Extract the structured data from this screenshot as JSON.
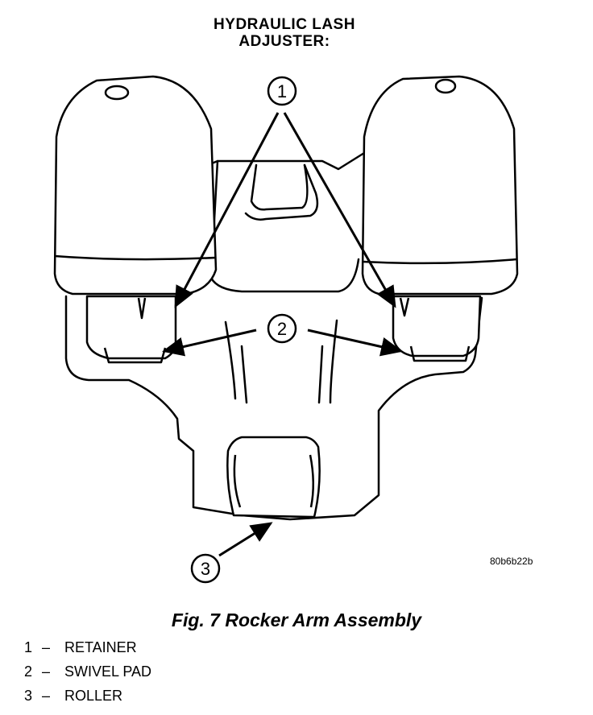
{
  "title": {
    "line1": "HYDRAULIC LASH",
    "line2": "ADJUSTER:"
  },
  "callouts": [
    "1",
    "2",
    "3"
  ],
  "figure_code": "80b6b22b",
  "caption": "Fig. 7 Rocker Arm Assembly",
  "legend": [
    {
      "num": "1",
      "dash": "–",
      "label": "RETAINER"
    },
    {
      "num": "2",
      "dash": "–",
      "label": "SWIVEL PAD"
    },
    {
      "num": "3",
      "dash": "–",
      "label": "ROLLER"
    }
  ],
  "colors": {
    "ink": "#000000",
    "paper": "#ffffff"
  }
}
